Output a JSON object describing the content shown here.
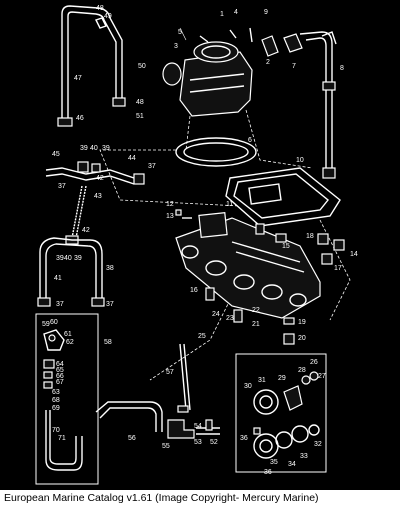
{
  "caption": "European Marine Catalog v1.61 (Image Copyright- Mercury Marine)",
  "callouts": [
    "1",
    "2",
    "3",
    "4",
    "5",
    "6",
    "7",
    "8",
    "9",
    "10",
    "11",
    "12",
    "13",
    "14",
    "15",
    "16",
    "17",
    "18",
    "19",
    "20",
    "21",
    "22",
    "23",
    "24",
    "25",
    "26",
    "27",
    "28",
    "29",
    "30",
    "31",
    "32",
    "33",
    "34",
    "35",
    "36",
    "37",
    "38",
    "39",
    "40",
    "41",
    "42",
    "43",
    "44",
    "45",
    "46",
    "47",
    "48",
    "49",
    "50",
    "51",
    "52",
    "53",
    "54",
    "55",
    "56",
    "57",
    "58",
    "59",
    "60",
    "61",
    "62",
    "63",
    "64",
    "65",
    "66",
    "67",
    "68",
    "69",
    "70",
    "71"
  ]
}
